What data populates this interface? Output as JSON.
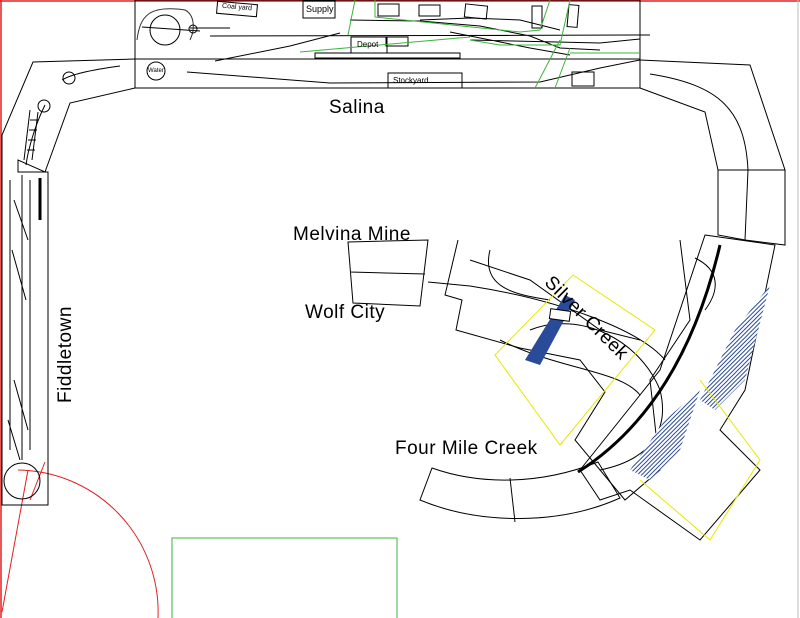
{
  "towns": {
    "salina": "Salina",
    "melvina_mine": "Melvina Mine",
    "wolf_city": "Wolf City",
    "silver_creek": "Silver Creek",
    "four_mile_creek": "Four Mile Creek",
    "fiddletown": "Fiddletown"
  },
  "structures": {
    "coal_yard": "Coal yard",
    "supply": "Supply",
    "depot": "Depot",
    "stockyard": "Stockyard",
    "water": "Water"
  },
  "colors": {
    "track": "#000000",
    "boundary": "#e02020",
    "water": "#2a4a9a",
    "wiring": "#3cb43c",
    "overlay": "#e8e800"
  }
}
